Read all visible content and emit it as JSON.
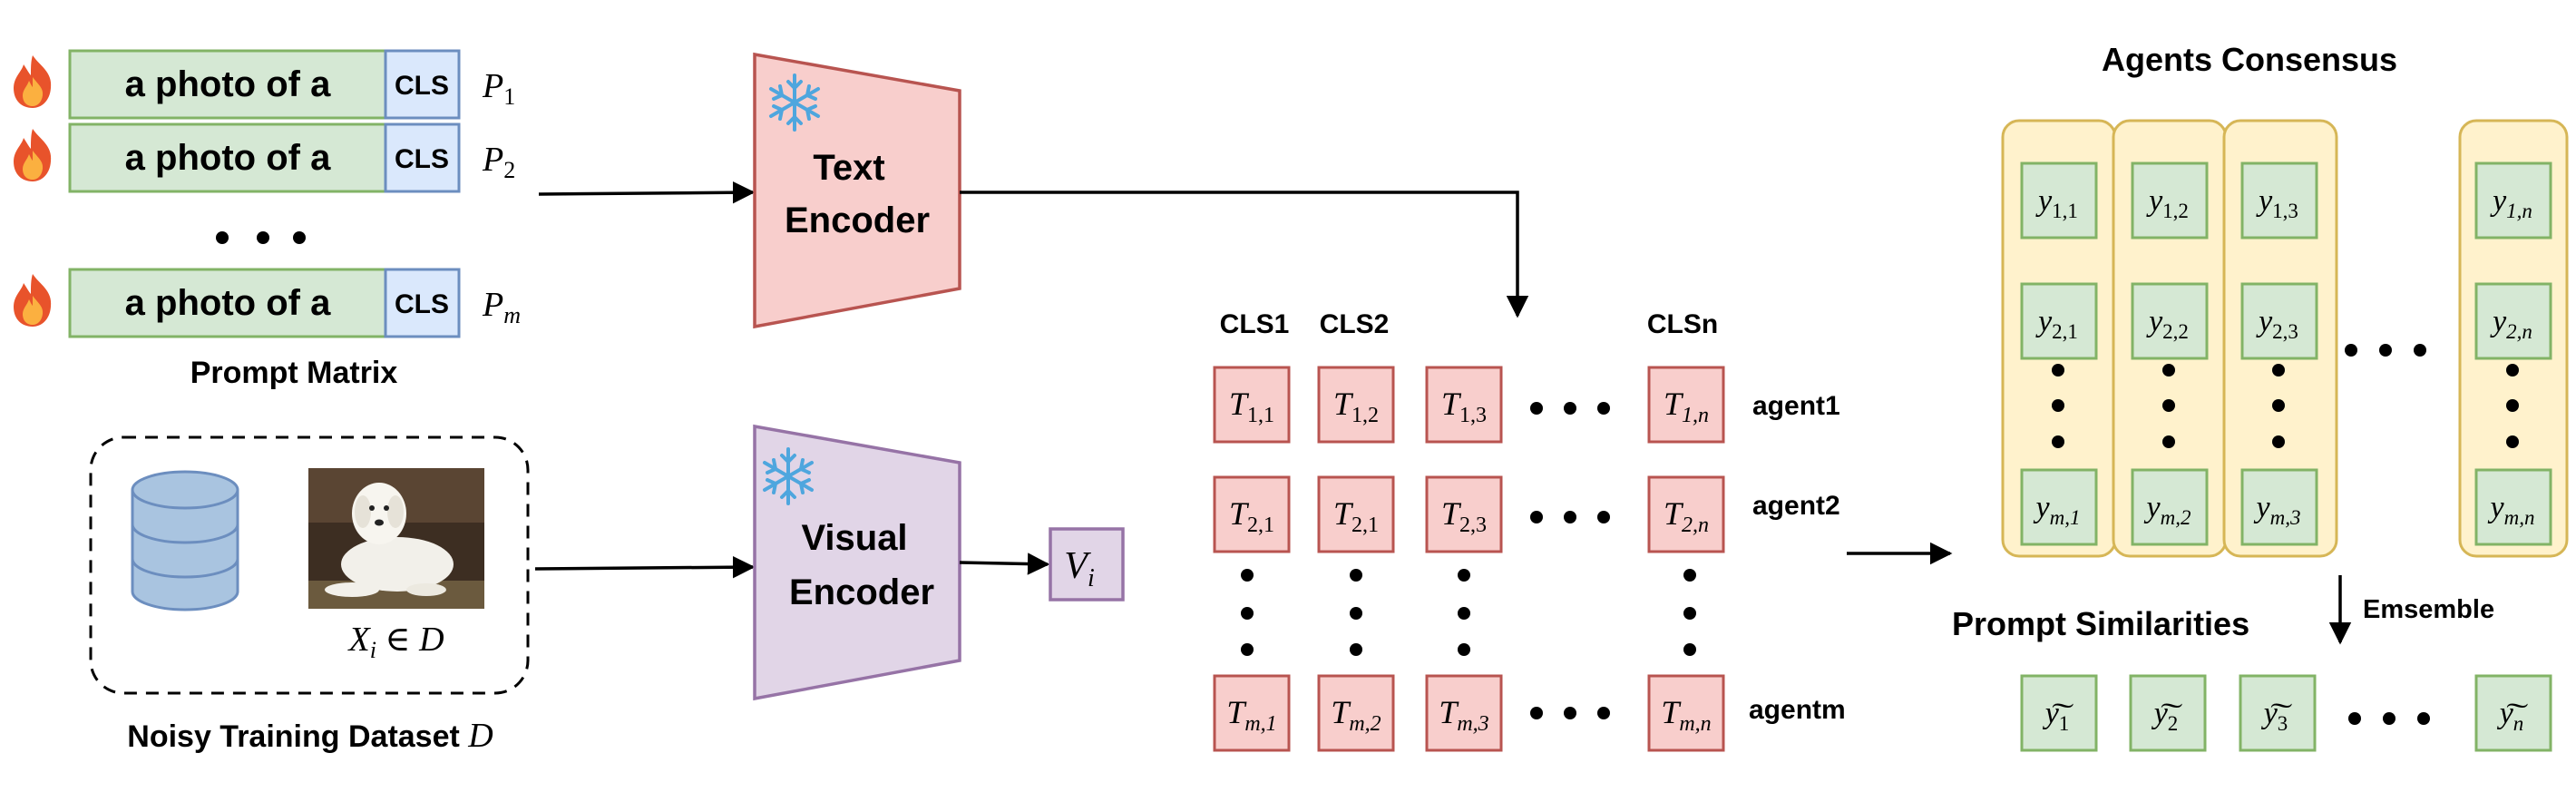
{
  "colors": {
    "prompt_fill": "#d5e8d4",
    "prompt_stroke": "#82b366",
    "cls_fill": "#dae8fc",
    "cls_stroke": "#6c8ebf",
    "text_encoder_fill": "#f8cecc",
    "text_encoder_stroke": "#b85450",
    "visual_encoder_fill": "#e1d5e7",
    "visual_encoder_stroke": "#9673a6",
    "t_cell_fill": "#f8cecc",
    "t_cell_stroke": "#b85450",
    "agent_col_fill": "#fff2cc",
    "agent_col_stroke": "#d6b656",
    "y_cell_fill": "#d5e8d4",
    "y_cell_stroke": "#82b366",
    "snowflake": "#4ea6de",
    "fire_outer": "#e8532b",
    "fire_inner": "#fbb040",
    "database": "#a9c4e0"
  },
  "prompt_matrix": {
    "rows": [
      {
        "text": "a photo of a",
        "cls": "CLS",
        "label": "P1"
      },
      {
        "text": "a photo of a",
        "cls": "CLS",
        "label": "P2"
      },
      {
        "text": "a photo of a",
        "cls": "CLS",
        "label": "Pm"
      }
    ],
    "title": "Prompt Matrix",
    "icons": [
      "fire-icon"
    ]
  },
  "dataset": {
    "title": "Noisy Training Dataset D",
    "sample_label": "Xi ∈ D",
    "icons": [
      "database-icon",
      "dog-photo"
    ]
  },
  "text_encoder": {
    "line1": "Text",
    "line2": "Encoder",
    "icon": "snowflake-icon"
  },
  "visual_encoder": {
    "line1": "Visual",
    "line2": "Encoder",
    "icon": "snowflake-icon"
  },
  "visual_feature": {
    "label": "Vi"
  },
  "text_features": {
    "col_headers": [
      "CLS1",
      "CLS2",
      "CLSn"
    ],
    "rows": [
      {
        "cells": [
          "T1,1",
          "T1,2",
          "T1,3",
          "T1,n"
        ],
        "agent": "agent1"
      },
      {
        "cells": [
          "T2,1",
          "T2,1",
          "T2,3",
          "T2,n"
        ],
        "agent": "agent2"
      },
      {
        "cells": [
          "Tm,1",
          "Tm,2",
          "Tm,3",
          "Tm,n"
        ],
        "agent": "agentm"
      }
    ]
  },
  "agents_consensus": {
    "title": "Agents Consensus",
    "columns": [
      [
        "y1,1",
        "y2,1",
        "ym,1"
      ],
      [
        "y1,2",
        "y2,2",
        "ym,2"
      ],
      [
        "y1,3",
        "y2,3",
        "ym,3"
      ],
      [
        "y1,n",
        "y2,n",
        "ym,n"
      ]
    ]
  },
  "ensemble_label": "Emsemble",
  "prompt_similarities": {
    "title": "Prompt Similarities",
    "values": [
      "ỹ1",
      "ỹ2",
      "ỹ3",
      "ỹn"
    ]
  }
}
